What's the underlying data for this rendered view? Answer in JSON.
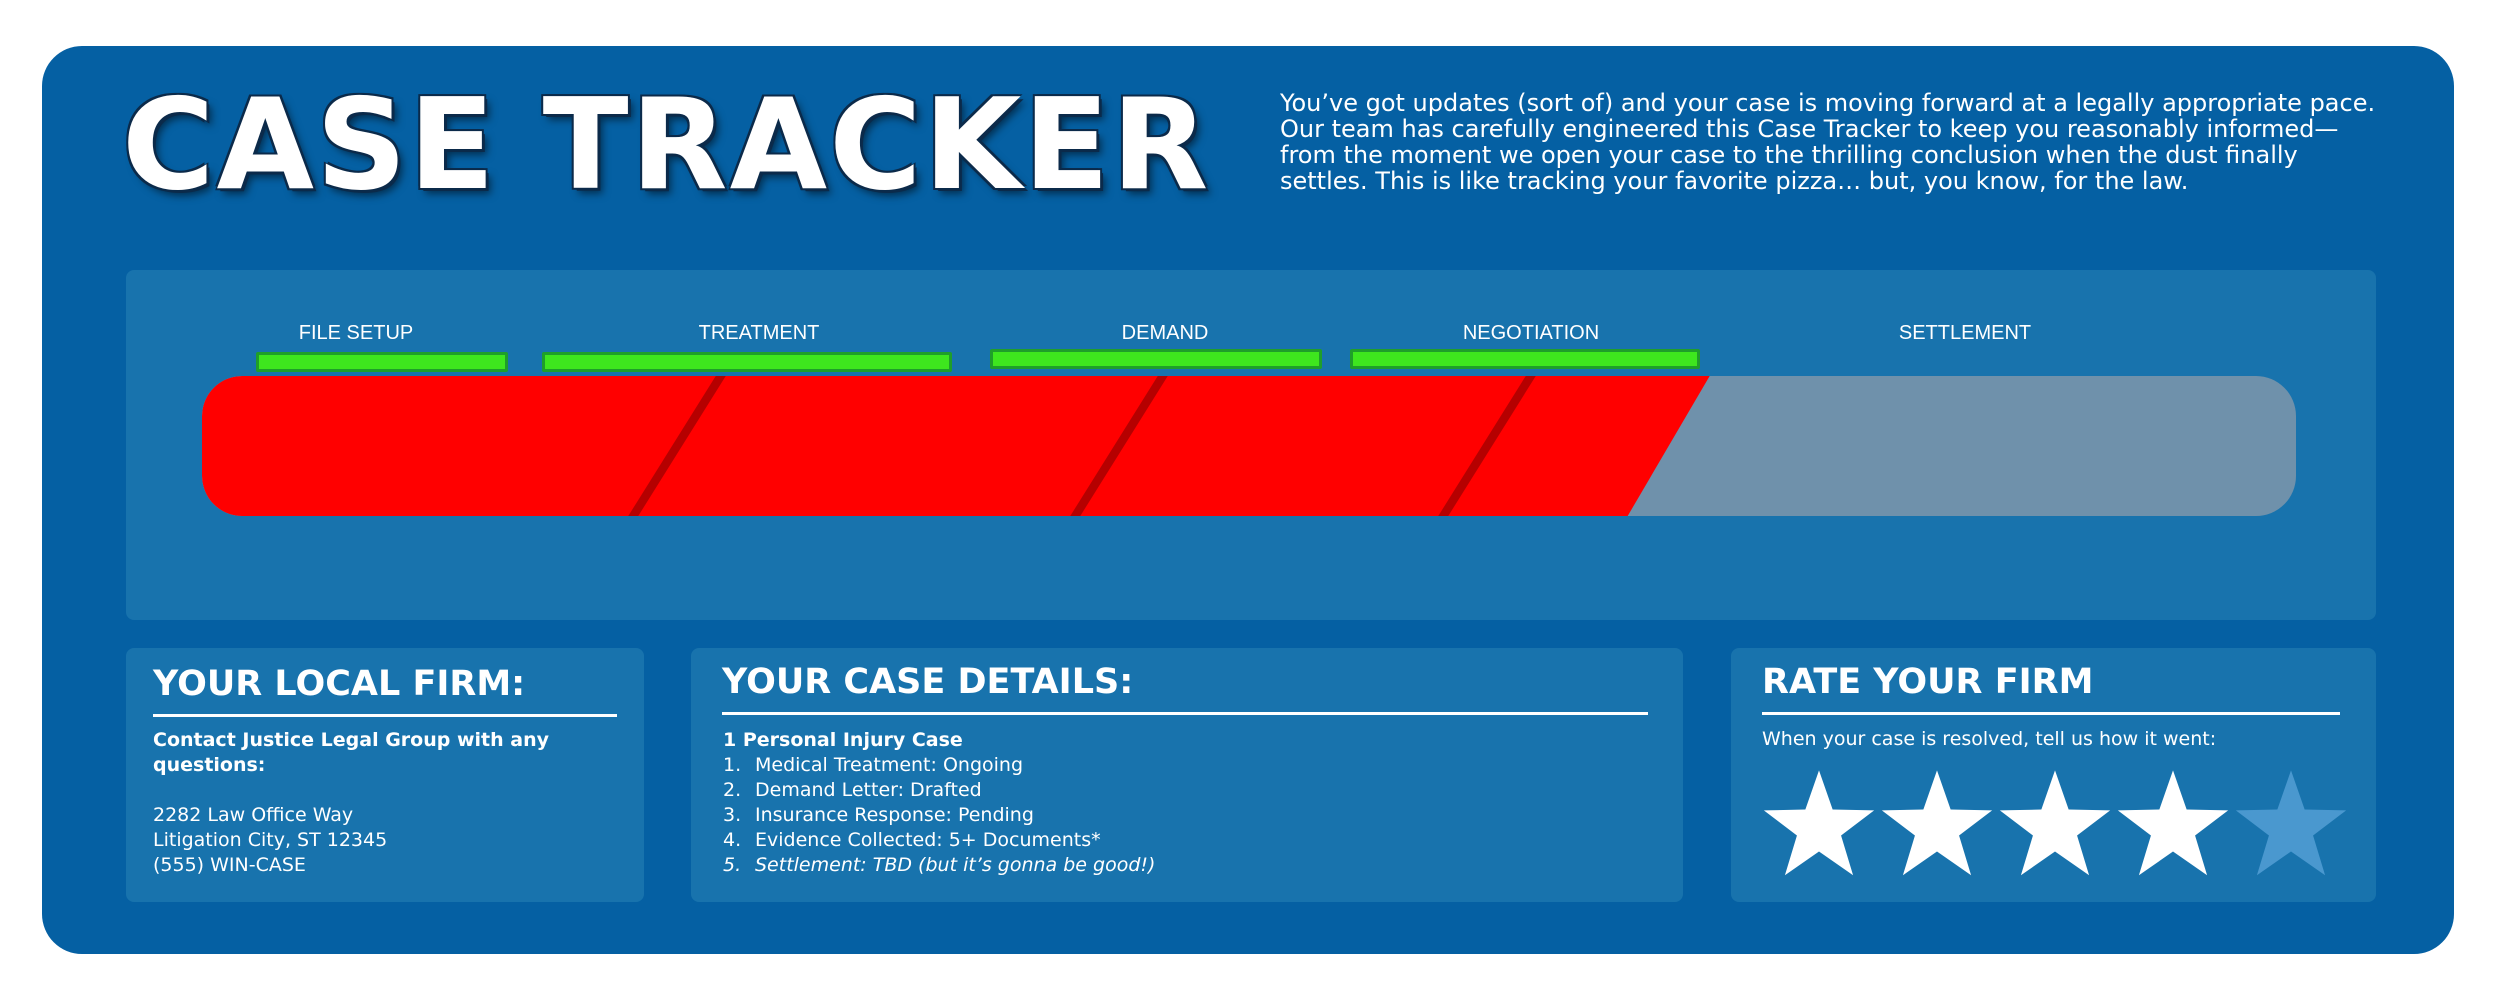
{
  "header": {
    "title": "CASE TRACKER",
    "intro": "You’ve got updates (sort of) and your case is moving forward at a legally appropriate pace. Our team has carefully engineered this Case Tracker to keep you reasonably informed—from the moment we open your case to the thrilling conclusion when the dust finally settles. This is like tracking your favorite pizza… but, you know, for the law."
  },
  "tracker": {
    "stages": [
      {
        "label": "FILE SETUP",
        "complete": true
      },
      {
        "label": "TREATMENT",
        "complete": true
      },
      {
        "label": "DEMAND",
        "complete": true
      },
      {
        "label": "NEGOTIATION",
        "complete": true
      },
      {
        "label": "SETTLEMENT",
        "complete": false
      }
    ],
    "progress_fraction": 0.72,
    "colors": {
      "fill": "#ff0000",
      "track": "#6f91ab",
      "complete_marker": "#3ee61e"
    }
  },
  "firm": {
    "heading": "YOUR LOCAL FIRM:",
    "contact": "Contact Justice Legal Group with any questions:",
    "address1": "2282 Law Office Way",
    "address2": "Litigation City, ST 12345",
    "phone": "(555) WIN-CASE"
  },
  "case": {
    "heading": "YOUR CASE DETAILS:",
    "summary": "1 Personal Injury Case",
    "items": [
      {
        "num": "1.",
        "text": "Medical Treatment: Ongoing"
      },
      {
        "num": "2.",
        "text": "Demand Letter: Drafted"
      },
      {
        "num": "3.",
        "text": "Insurance Response: Pending"
      },
      {
        "num": "4.",
        "text": "Evidence Collected: 5+ Documents*"
      },
      {
        "num": "5.",
        "text": "Settlement: TBD (but it’s gonna be good!)"
      }
    ]
  },
  "rating": {
    "heading": "RATE YOUR FIRM",
    "prompt": "When your case is resolved, tell us how it went:",
    "stars_filled": 4,
    "stars_total": 5,
    "icons": [
      "star-icon"
    ]
  },
  "colors": {
    "background": "#0560a3",
    "panel": "#1873ad",
    "text": "#ffffff"
  }
}
